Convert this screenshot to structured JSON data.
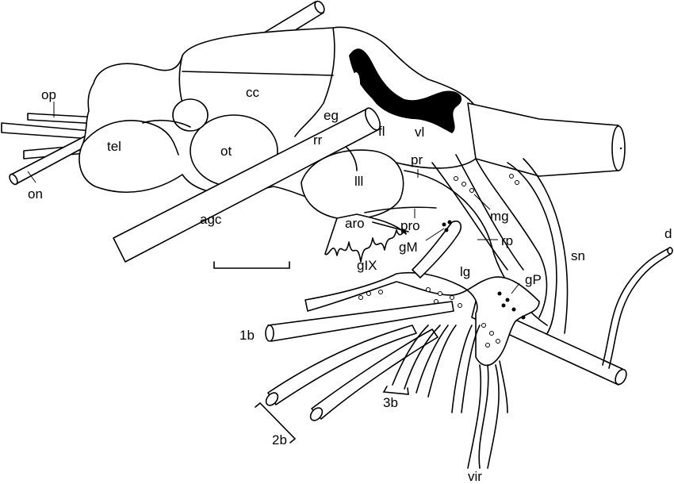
{
  "figure": {
    "labels": {
      "op": "op",
      "on": "on",
      "tel": "tel",
      "ot": "ot",
      "cc": "cc",
      "eg": "eg",
      "rr": "rr",
      "fl": "fl",
      "vl": "vl",
      "lll": "lll",
      "pr": "pr",
      "agc": "agc",
      "aro": "aro",
      "pro": "pro",
      "gM": "gM",
      "gIX": "gIX",
      "mg": "mg",
      "rp": "rp",
      "sn": "sn",
      "d": "d",
      "lg": "lg",
      "gP": "gP",
      "b1": "1b",
      "b2": "2b",
      "b3": "3b",
      "vir": "vir"
    },
    "colors": {
      "line": "#000000",
      "background": "#ffffff"
    }
  }
}
